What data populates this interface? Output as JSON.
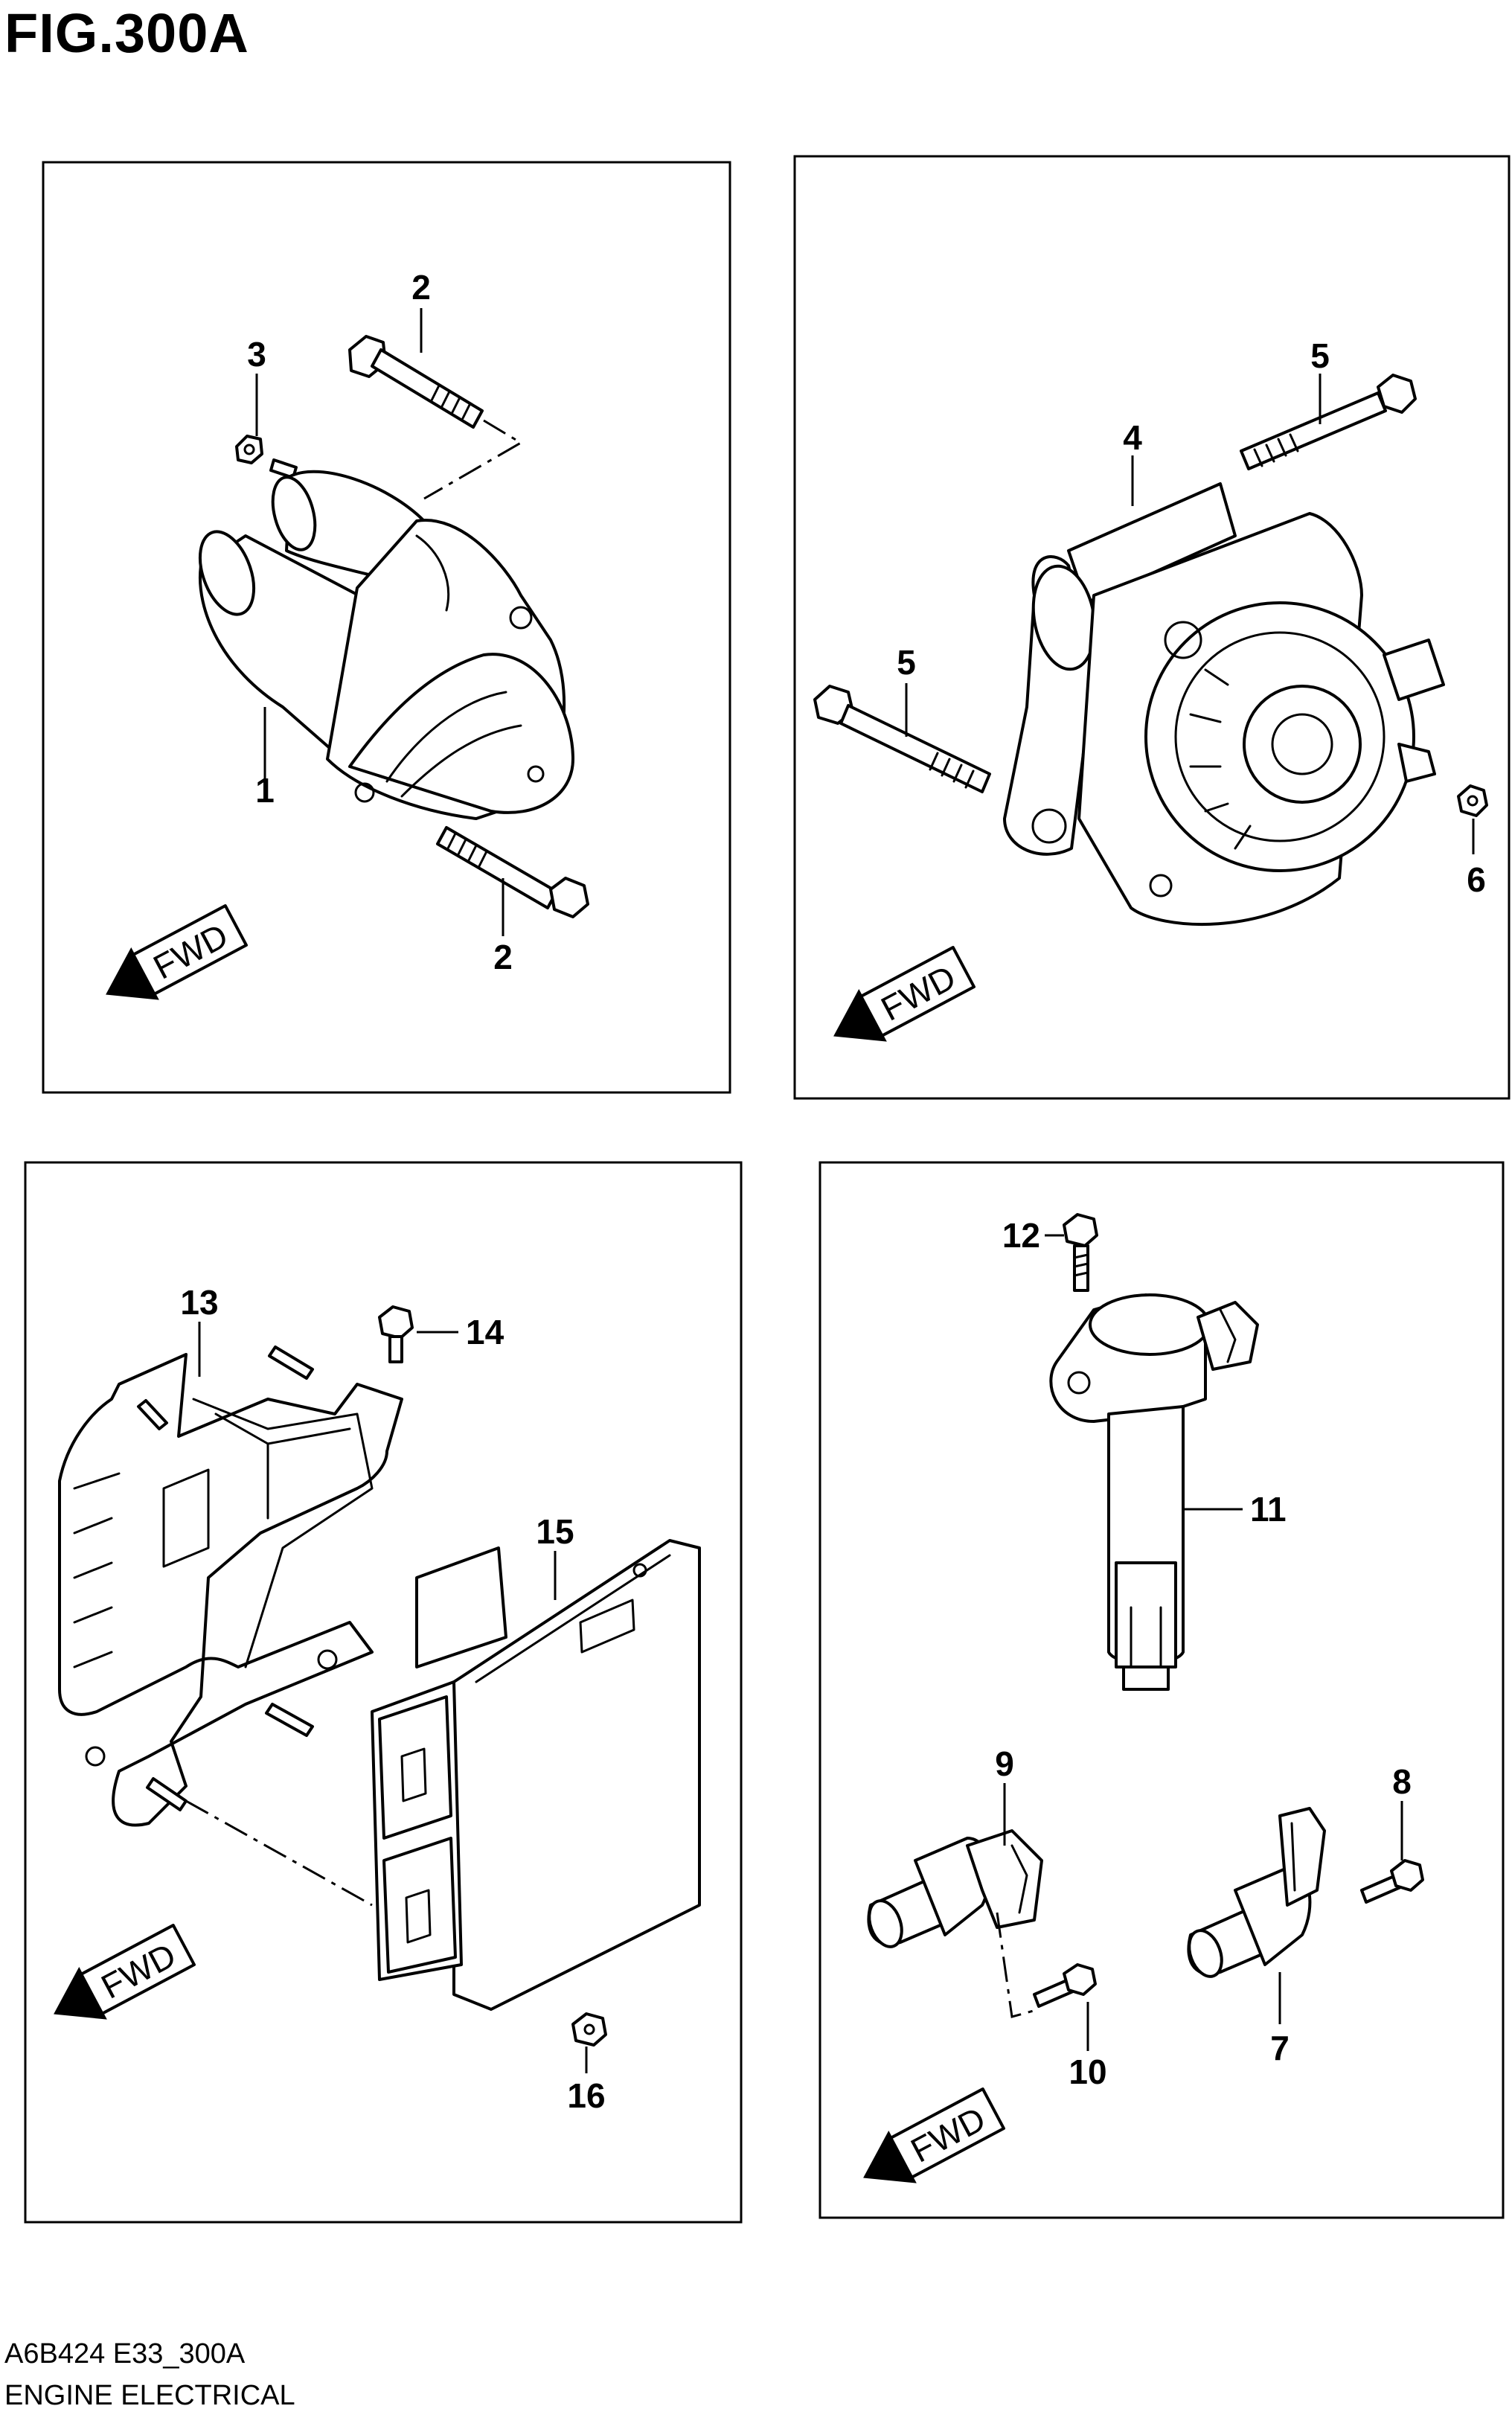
{
  "figure": {
    "title": "FIG.300A",
    "code": "A6B424 E33_300A",
    "caption": "ENGINE ELECTRICAL"
  },
  "fwd_label": "FWD",
  "callouts": {
    "p1": "1",
    "p2a": "2",
    "p2b": "2",
    "p3": "3",
    "p4": "4",
    "p5a": "5",
    "p5b": "5",
    "p6": "6",
    "p7": "7",
    "p8": "8",
    "p9": "9",
    "p10": "10",
    "p11": "11",
    "p12": "12",
    "p13": "13",
    "p14": "14",
    "p15": "15",
    "p16": "16"
  }
}
